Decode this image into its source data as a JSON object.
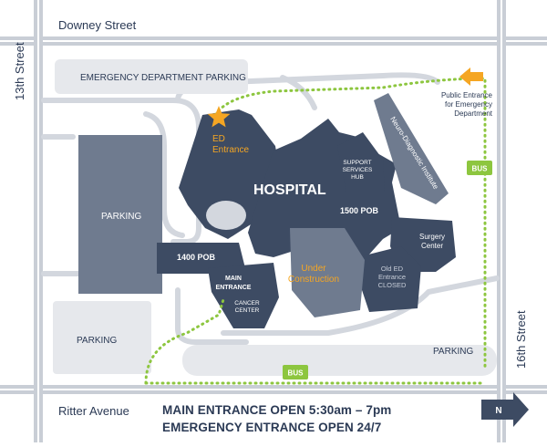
{
  "streets": {
    "north": "Downey Street",
    "west": "13th Street",
    "east": "16th Street",
    "south": "Ritter Avenue"
  },
  "lots": {
    "emergency_parking": "EMERGENCY DEPARTMENT PARKING",
    "west_parking": "PARKING",
    "southwest_parking": "PARKING",
    "southeast_parking": "PARKING"
  },
  "buildings": {
    "hospital": "HOSPITAL",
    "pob_1400": "1400 POB",
    "pob_1500": "1500 POB",
    "support_services": [
      "SUPPORT",
      "SERVICES",
      "HUB"
    ],
    "neuro": "Neuro-Diagnostic Institute",
    "surgery": [
      "Surgery",
      "Center"
    ],
    "old_ed": [
      "Old ED",
      "Entrance",
      "CLOSED"
    ],
    "under_construction": [
      "Under",
      "Construction"
    ],
    "cancer_center": [
      "CANCER",
      "CENTER"
    ],
    "main_entrance": [
      "MAIN",
      "ENTRANCE"
    ]
  },
  "markers": {
    "ed_entrance": [
      "ED",
      "Entrance"
    ],
    "public_entrance": [
      "Public Entrance",
      "for Emergency",
      "Department"
    ],
    "bus_east": "BUS",
    "bus_south": "BUS",
    "compass": "N"
  },
  "notices": {
    "main_entrance_hours": "MAIN ENTRANCE OPEN 5:30am – 7pm",
    "emergency_hours": "EMERGENCY ENTRANCE OPEN 24/7"
  },
  "colors": {
    "building": "#3d4b63",
    "building_light": "#6f7b8f",
    "lot": "#e6e8ec",
    "road": "#c9ced6",
    "route": "#8dc63f",
    "accent": "#f5a623",
    "text": "#2b3a55"
  }
}
